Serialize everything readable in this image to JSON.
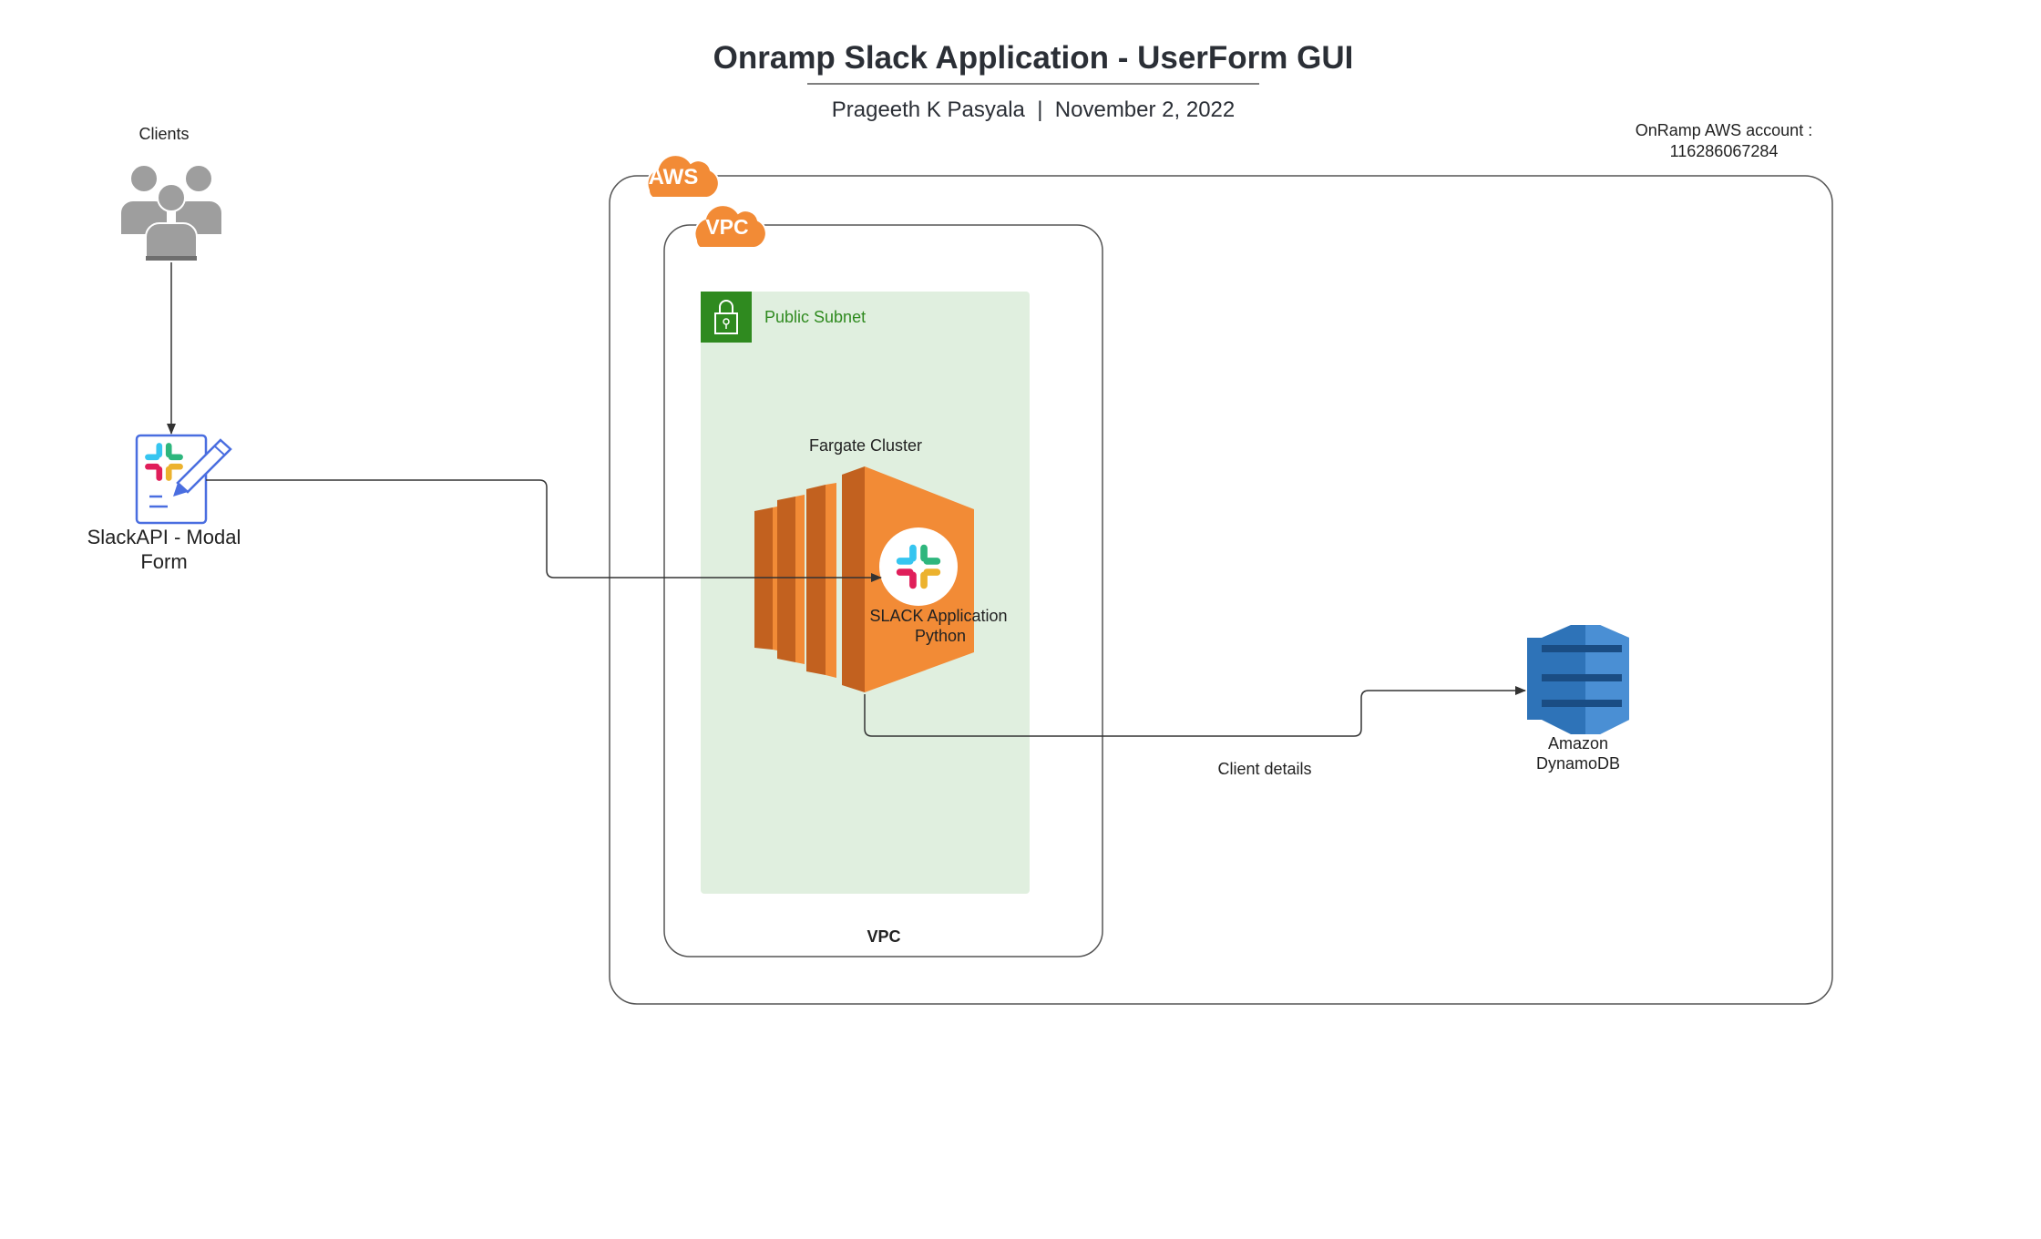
{
  "title": "Onramp Slack Application - UserForm GUI",
  "subtitle": "Prageeth K Pasyala  |  November 2, 2022",
  "clients_label": "Clients",
  "modal_form_label_line1": "SlackAPI - Modal",
  "modal_form_label_line2": "Form",
  "aws_account_label_line1": "OnRamp AWS account :",
  "aws_account_label_line2": "116286067284",
  "aws_badge": "AWS",
  "vpc_badge": "VPC",
  "vpc_label": "VPC",
  "subnet_label": "Public Subnet",
  "cluster_label": "Fargate Cluster",
  "app_label_line1": "SLACK Application",
  "app_label_line2": "Python",
  "db_label_line1": "Amazon",
  "db_label_line2": "DynamoDB",
  "edge_label": "Client details",
  "colors": {
    "aws_orange": "#f28b36",
    "subnet_green": "#2f8a1f",
    "subnet_fill": "#e0efdf",
    "dynamo_blue": "#2e73b8",
    "slack_blue": "#36c5f0",
    "slack_green": "#2eb67d",
    "slack_yellow": "#ecb22e",
    "slack_red": "#e01e5a"
  }
}
